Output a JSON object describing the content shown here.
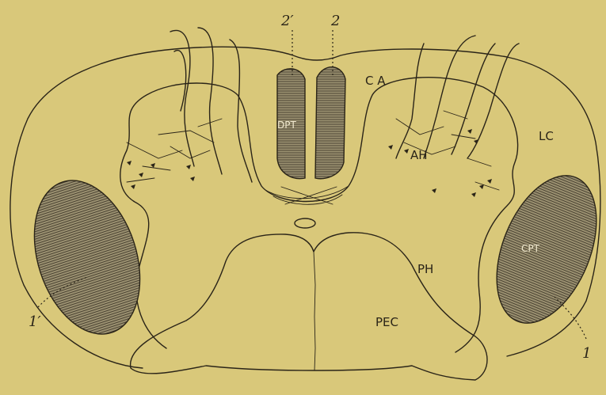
{
  "diagram": {
    "labels": {
      "ca": "C A",
      "lc": "LC",
      "ah": "AH",
      "dpt": "DPT",
      "cpt": "CPT",
      "ph": "PH",
      "pec": "PEC",
      "ref_2prime": "2′",
      "ref_2": "2",
      "ref_1prime": "1′",
      "ref_1": "1"
    },
    "colors": {
      "paper": "#d9c87a",
      "ink": "#2a2418",
      "hatch_fill": "#8a8068"
    }
  }
}
